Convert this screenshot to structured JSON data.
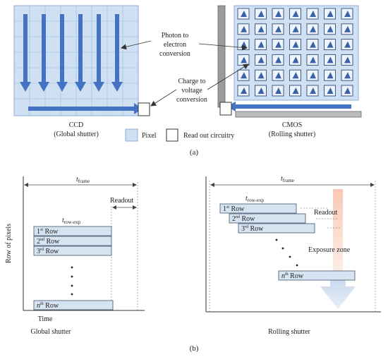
{
  "colors": {
    "pixel_fill": "#cfe0f2",
    "grid_line": "#8fb0d8",
    "arrow": "#4472c4",
    "bar_fill": "#d6e3f1",
    "bar_stroke": "#55667d",
    "readout_stripe": "#f4a587",
    "exposure_arrow": "#c9d8ec",
    "circuit_gray": "#9b9b9b"
  },
  "panel_a": {
    "ccd_title": "CCD",
    "ccd_subtitle": "(Global shutter)",
    "cmos_title": "CMOS",
    "cmos_subtitle": "(Rolling shutter)",
    "photon_label_line1": "Photon to",
    "photon_label_line2": "electron",
    "photon_label_line3": "conversion",
    "charge_label_line1": "Charge to",
    "charge_label_line2": "voltage",
    "charge_label_line3": "conversion",
    "legend_pixel": "Pixel",
    "legend_readout": "Read out circuitry",
    "caption": "(a)"
  },
  "panel_b": {
    "caption": "(b)",
    "global": {
      "y_axis_label": "Row of pixels",
      "x_axis_label": "Time",
      "title": "Global shutter",
      "t_frame": "t",
      "t_frame_sub": "frame",
      "t_row": "t",
      "t_row_sub": "row-exp",
      "readout": "Readout",
      "rows": [
        {
          "num": "1",
          "sup": "st",
          "word": "Row"
        },
        {
          "num": "2",
          "sup": "nd",
          "word": "Row"
        },
        {
          "num": "3",
          "sup": "rd",
          "word": "Row"
        }
      ],
      "last_row": {
        "num": "n",
        "sup": "th",
        "word": "Row"
      }
    },
    "rolling": {
      "title": "Rolling shutter",
      "t_frame": "t",
      "t_frame_sub": "frame",
      "t_row": "t",
      "t_row_sub": "row-exp",
      "readout": "Readout",
      "exposure": "Exposure zone",
      "rows": [
        {
          "num": "1",
          "sup": "st",
          "word": "Row"
        },
        {
          "num": "2",
          "sup": "nd",
          "word": "Row"
        },
        {
          "num": "3",
          "sup": "rd",
          "word": "Row"
        }
      ],
      "last_row": {
        "num": "n",
        "sup": "th",
        "word": "Row"
      }
    }
  }
}
